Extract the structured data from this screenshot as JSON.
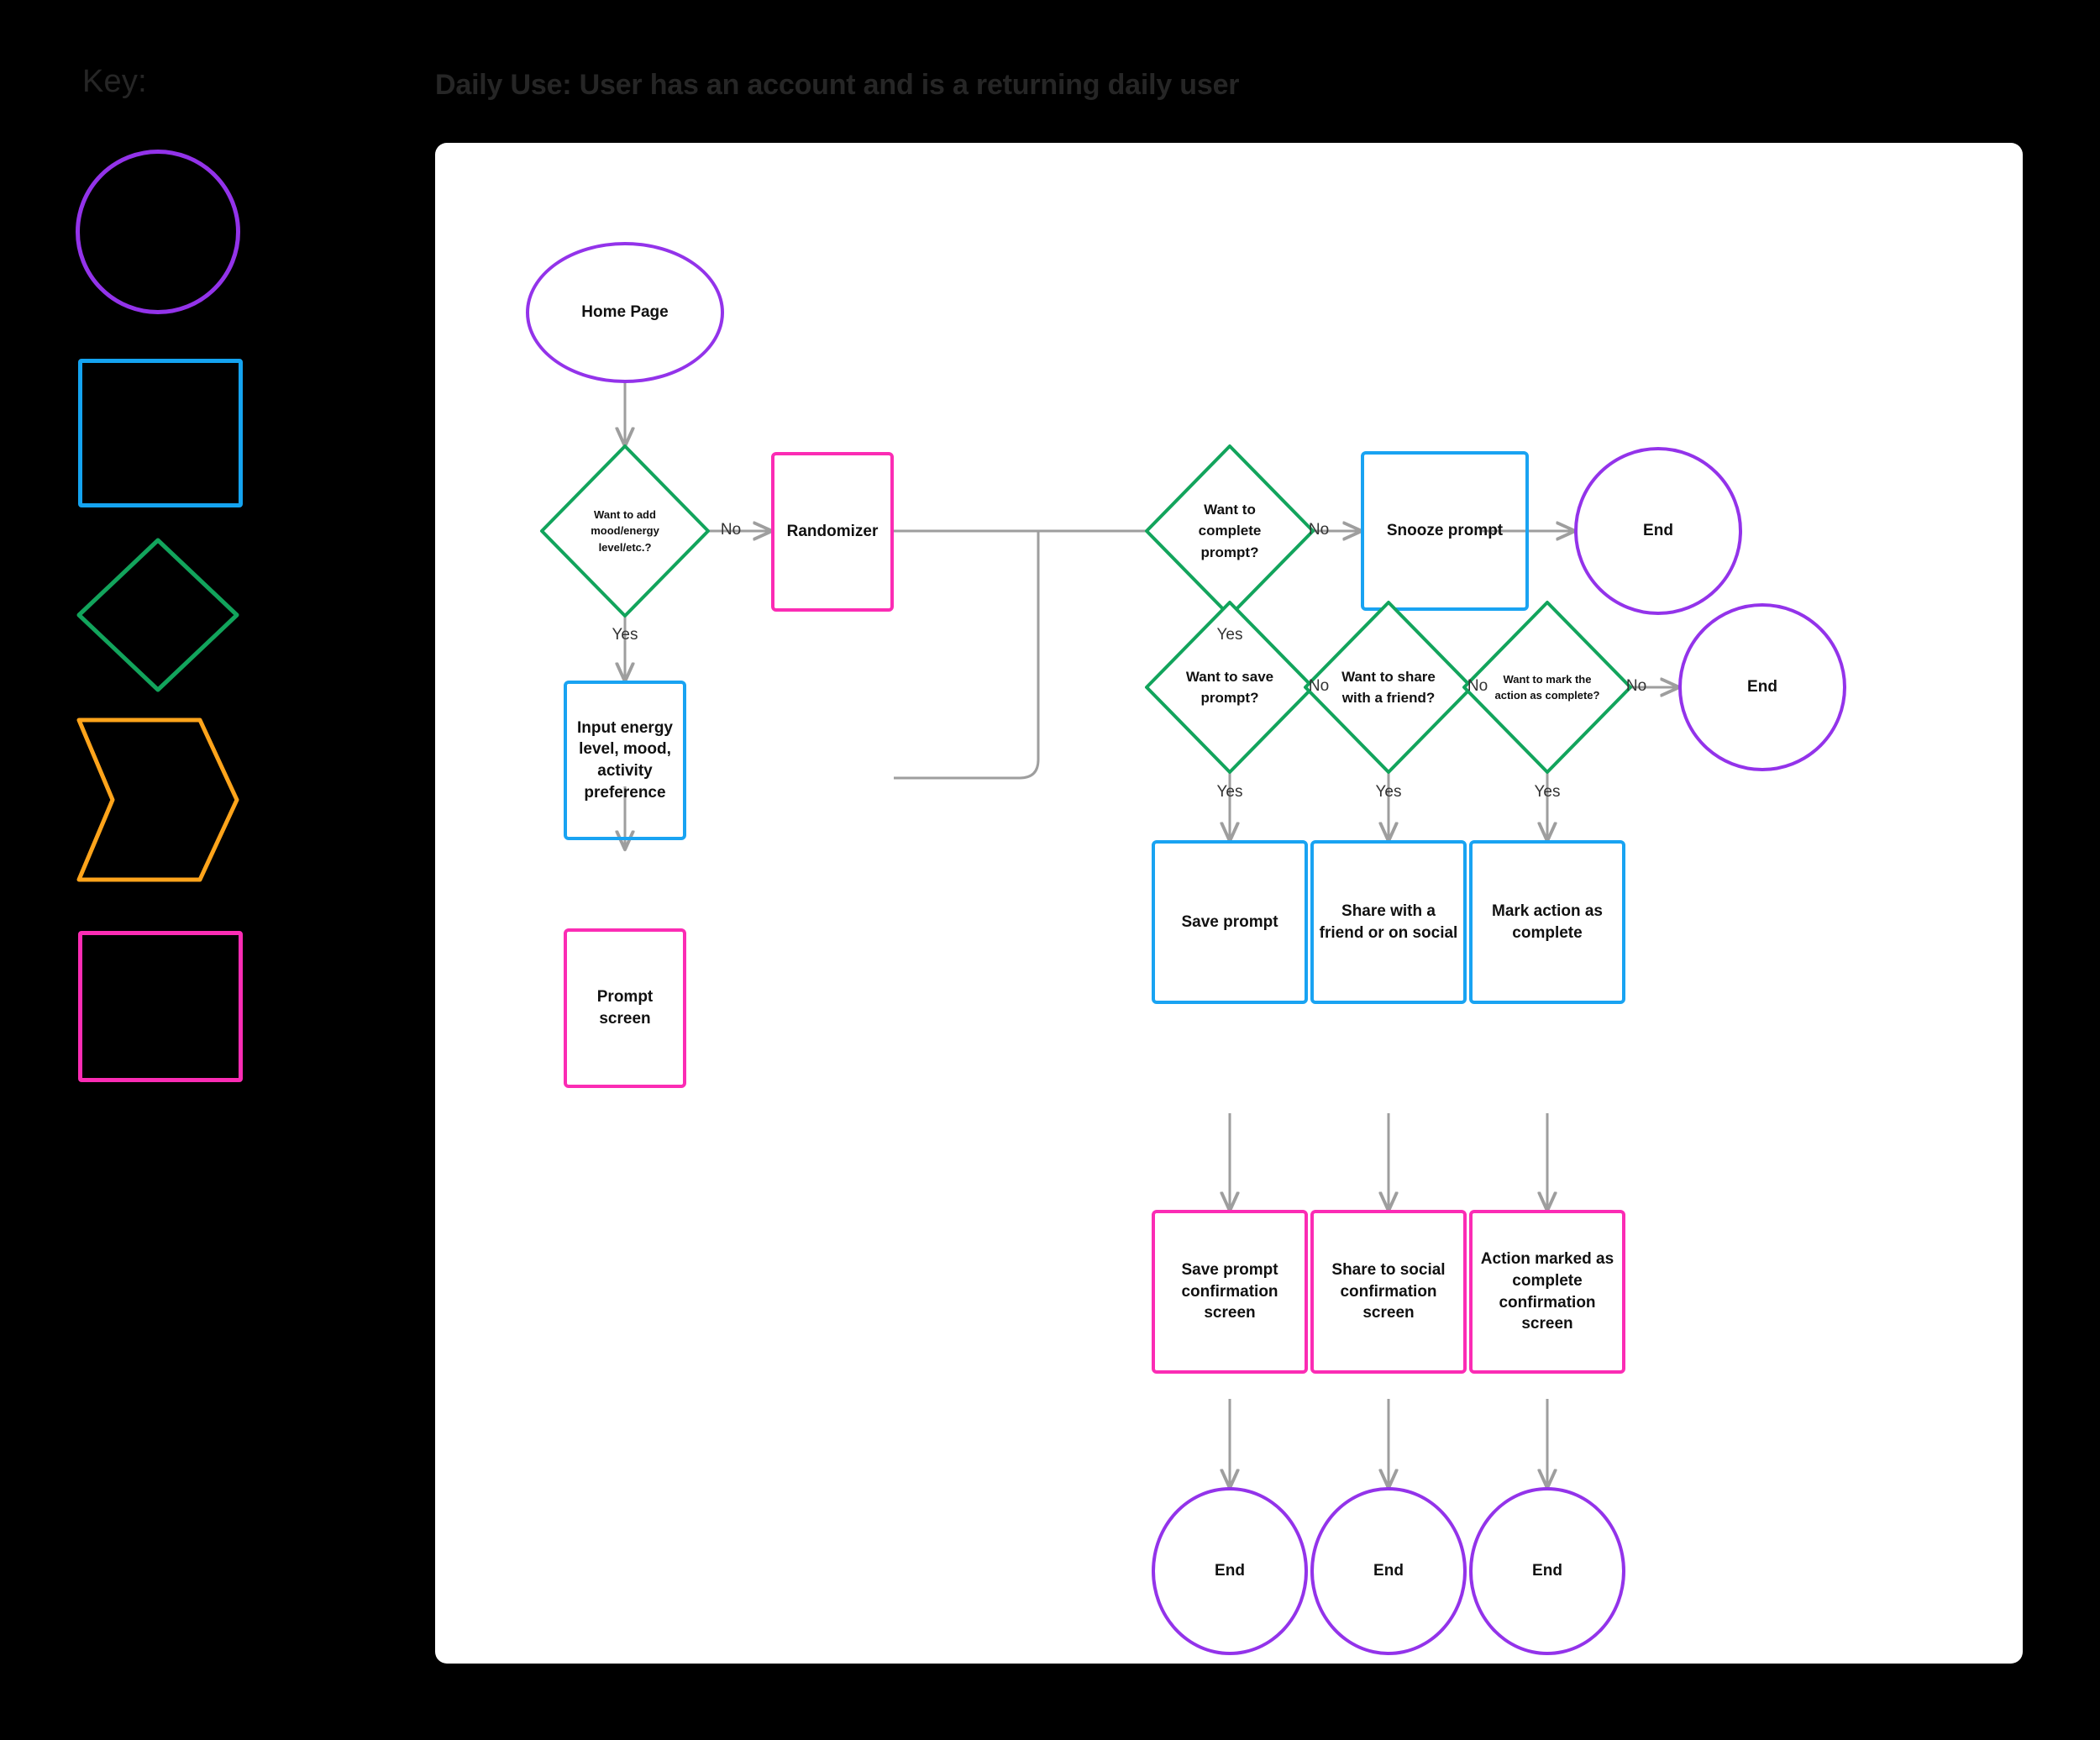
{
  "key": {
    "title": "Key:",
    "shapes": [
      {
        "name": "terminator-circle",
        "shape": "circle",
        "color": "#9333ea"
      },
      {
        "name": "process-square",
        "shape": "square",
        "color": "#14a3f0"
      },
      {
        "name": "decision-diamond",
        "shape": "diamond",
        "color": "#12a45c"
      },
      {
        "name": "data-chevron",
        "shape": "chevron",
        "color": "#ffa41b"
      },
      {
        "name": "screen-square",
        "shape": "square",
        "color": "#fb2cb4"
      }
    ]
  },
  "chart_data": {
    "type": "flowchart",
    "title": "Daily Use: User has an account and is a returning daily user",
    "nodes": [
      {
        "id": "home",
        "label": "Home Page",
        "shape": "circle",
        "color": "#9333ea"
      },
      {
        "id": "d_mood",
        "label": "Want to add mood/energy level/etc.?",
        "shape": "diamond",
        "color": "#12a45c"
      },
      {
        "id": "randomizer",
        "label": "Randomizer",
        "shape": "screen",
        "color": "#fb2cb4"
      },
      {
        "id": "input",
        "label": "Input energy level, mood, activity preference",
        "shape": "process",
        "color": "#19a3f2"
      },
      {
        "id": "prompt",
        "label": "Prompt screen",
        "shape": "screen",
        "color": "#fb2cb4"
      },
      {
        "id": "d_complete",
        "label": "Want to complete prompt?",
        "shape": "diamond",
        "color": "#12a45c"
      },
      {
        "id": "snooze",
        "label": "Snooze prompt",
        "shape": "process",
        "color": "#19a3f2"
      },
      {
        "id": "end_snooze",
        "label": "End",
        "shape": "circle",
        "color": "#9333ea"
      },
      {
        "id": "d_save",
        "label": "Want to save prompt?",
        "shape": "diamond",
        "color": "#12a45c"
      },
      {
        "id": "d_share",
        "label": "Want to share with a friend?",
        "shape": "diamond",
        "color": "#12a45c"
      },
      {
        "id": "d_mark",
        "label": "Want to mark the action as complete?",
        "shape": "diamond",
        "color": "#12a45c"
      },
      {
        "id": "end_no",
        "label": "End",
        "shape": "circle",
        "color": "#9333ea"
      },
      {
        "id": "save",
        "label": "Save prompt",
        "shape": "process",
        "color": "#19a3f2"
      },
      {
        "id": "share",
        "label": "Share with a friend or on social",
        "shape": "process",
        "color": "#19a3f2"
      },
      {
        "id": "mark",
        "label": "Mark action as complete",
        "shape": "process",
        "color": "#19a3f2"
      },
      {
        "id": "save_conf",
        "label": "Save prompt confirmation screen",
        "shape": "screen",
        "color": "#fb2cb4"
      },
      {
        "id": "share_conf",
        "label": "Share to social confirmation screen",
        "shape": "screen",
        "color": "#fb2cb4"
      },
      {
        "id": "mark_conf",
        "label": "Action marked as complete confirmation screen",
        "shape": "screen",
        "color": "#fb2cb4"
      },
      {
        "id": "end_save",
        "label": "End",
        "shape": "circle",
        "color": "#9333ea"
      },
      {
        "id": "end_share",
        "label": "End",
        "shape": "circle",
        "color": "#9333ea"
      },
      {
        "id": "end_mark",
        "label": "End",
        "shape": "circle",
        "color": "#9333ea"
      }
    ],
    "edges": [
      {
        "from": "home",
        "to": "d_mood",
        "label": ""
      },
      {
        "from": "d_mood",
        "to": "randomizer",
        "label": "No"
      },
      {
        "from": "d_mood",
        "to": "input",
        "label": "Yes"
      },
      {
        "from": "input",
        "to": "prompt",
        "label": ""
      },
      {
        "from": "randomizer",
        "to": "d_complete",
        "label": ""
      },
      {
        "from": "prompt",
        "to": "d_complete",
        "label": ""
      },
      {
        "from": "d_complete",
        "to": "snooze",
        "label": "No"
      },
      {
        "from": "snooze",
        "to": "end_snooze",
        "label": ""
      },
      {
        "from": "d_complete",
        "to": "d_save",
        "label": "Yes"
      },
      {
        "from": "d_save",
        "to": "d_share",
        "label": "No"
      },
      {
        "from": "d_share",
        "to": "d_mark",
        "label": "No"
      },
      {
        "from": "d_mark",
        "to": "end_no",
        "label": "No"
      },
      {
        "from": "d_save",
        "to": "save",
        "label": "Yes"
      },
      {
        "from": "d_share",
        "to": "share",
        "label": "Yes"
      },
      {
        "from": "d_mark",
        "to": "mark",
        "label": "Yes"
      },
      {
        "from": "save",
        "to": "save_conf",
        "label": ""
      },
      {
        "from": "share",
        "to": "share_conf",
        "label": ""
      },
      {
        "from": "mark",
        "to": "mark_conf",
        "label": ""
      },
      {
        "from": "save_conf",
        "to": "end_save",
        "label": ""
      },
      {
        "from": "share_conf",
        "to": "end_share",
        "label": ""
      },
      {
        "from": "mark_conf",
        "to": "end_mark",
        "label": ""
      }
    ],
    "edge_labels": {
      "mood_no": "No",
      "mood_yes": "Yes",
      "complete_no": "No",
      "complete_yes": "Yes",
      "save_no": "No",
      "save_yes": "Yes",
      "share_no": "No",
      "share_yes": "Yes",
      "mark_no": "No",
      "mark_yes": "Yes"
    }
  }
}
